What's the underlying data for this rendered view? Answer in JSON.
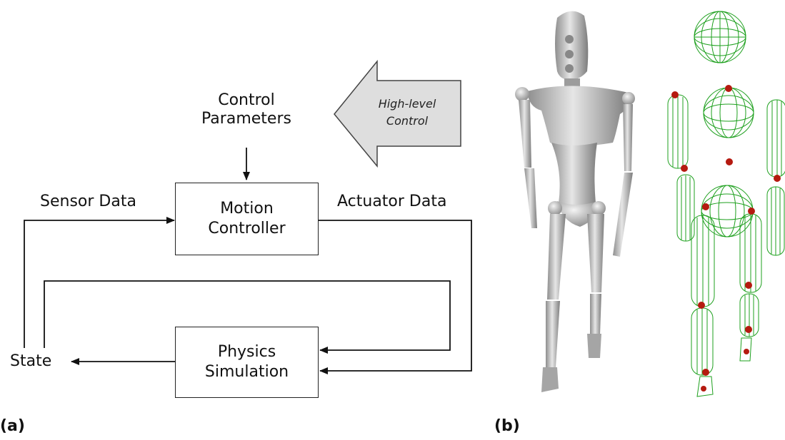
{
  "diagram_a": {
    "panel_label": "(a)",
    "control_parameters": [
      "Control",
      "Parameters"
    ],
    "high_level_control": [
      "High-level",
      "Control"
    ],
    "motion_controller": [
      "Motion",
      "Controller"
    ],
    "physics_simulation": [
      "Physics",
      "Simulation"
    ],
    "sensor_data": "Sensor Data",
    "actuator_data": "Actuator Data",
    "state": "State"
  },
  "diagram_b": {
    "panel_label": "(b)",
    "colors": {
      "wireframe": "#1ea01e",
      "joint": "#b51a10",
      "solid_body": "#bdbdbd"
    }
  }
}
